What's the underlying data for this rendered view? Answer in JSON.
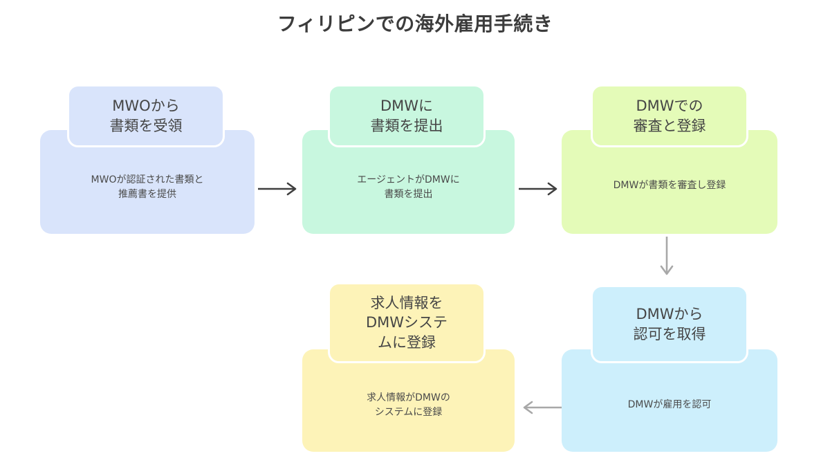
{
  "title": "フィリピンでの海外雇用手続き",
  "colors": {
    "background": "#ffffff",
    "title_text": "#3c3c3c",
    "header_text": "#454545",
    "desc_text": "#4a4a4a",
    "node1": "#d9e4fb",
    "node2": "#c8f7df",
    "node3": "#e4fbb8",
    "node4": "#cdeffc",
    "node5": "#fdf3b8",
    "arrow_dark": "#3f3f3f",
    "arrow_light": "#a8a8a8"
  },
  "nodes": [
    {
      "id": "mwo-documents-received",
      "header": "MWOから\n書類を受領",
      "description": "MWOが認証された書類と\n推薦書を提供",
      "color": "#d9e4fb"
    },
    {
      "id": "submit-documents-to-dmw",
      "header": "DMWに\n書類を提出",
      "description": "エージェントがDMWに\n書類を提出",
      "color": "#c8f7df"
    },
    {
      "id": "dmw-review-and-registration",
      "header": "DMWでの\n審査と登録",
      "description": "DMWが書類を審査し登録",
      "color": "#e4fbb8"
    },
    {
      "id": "obtain-approval-from-dmw",
      "header": "DMWから\n認可を取得",
      "description": "DMWが雇用を認可",
      "color": "#cdeffc"
    },
    {
      "id": "register-job-posting-in-dmw-system",
      "header": "求人情報を\nDMWシステ\nムに登録",
      "description": "求人情報がDMWの\nシステムに登録",
      "color": "#fdf3b8"
    }
  ],
  "arrows": [
    {
      "id": "arrow-node1-to-node2",
      "direction": "right",
      "color": "#3f3f3f"
    },
    {
      "id": "arrow-node2-to-node3",
      "direction": "right",
      "color": "#3f3f3f"
    },
    {
      "id": "arrow-node3-to-node4",
      "direction": "down",
      "color": "#a8a8a8"
    },
    {
      "id": "arrow-node4-to-node5",
      "direction": "left",
      "color": "#a8a8a8"
    }
  ]
}
